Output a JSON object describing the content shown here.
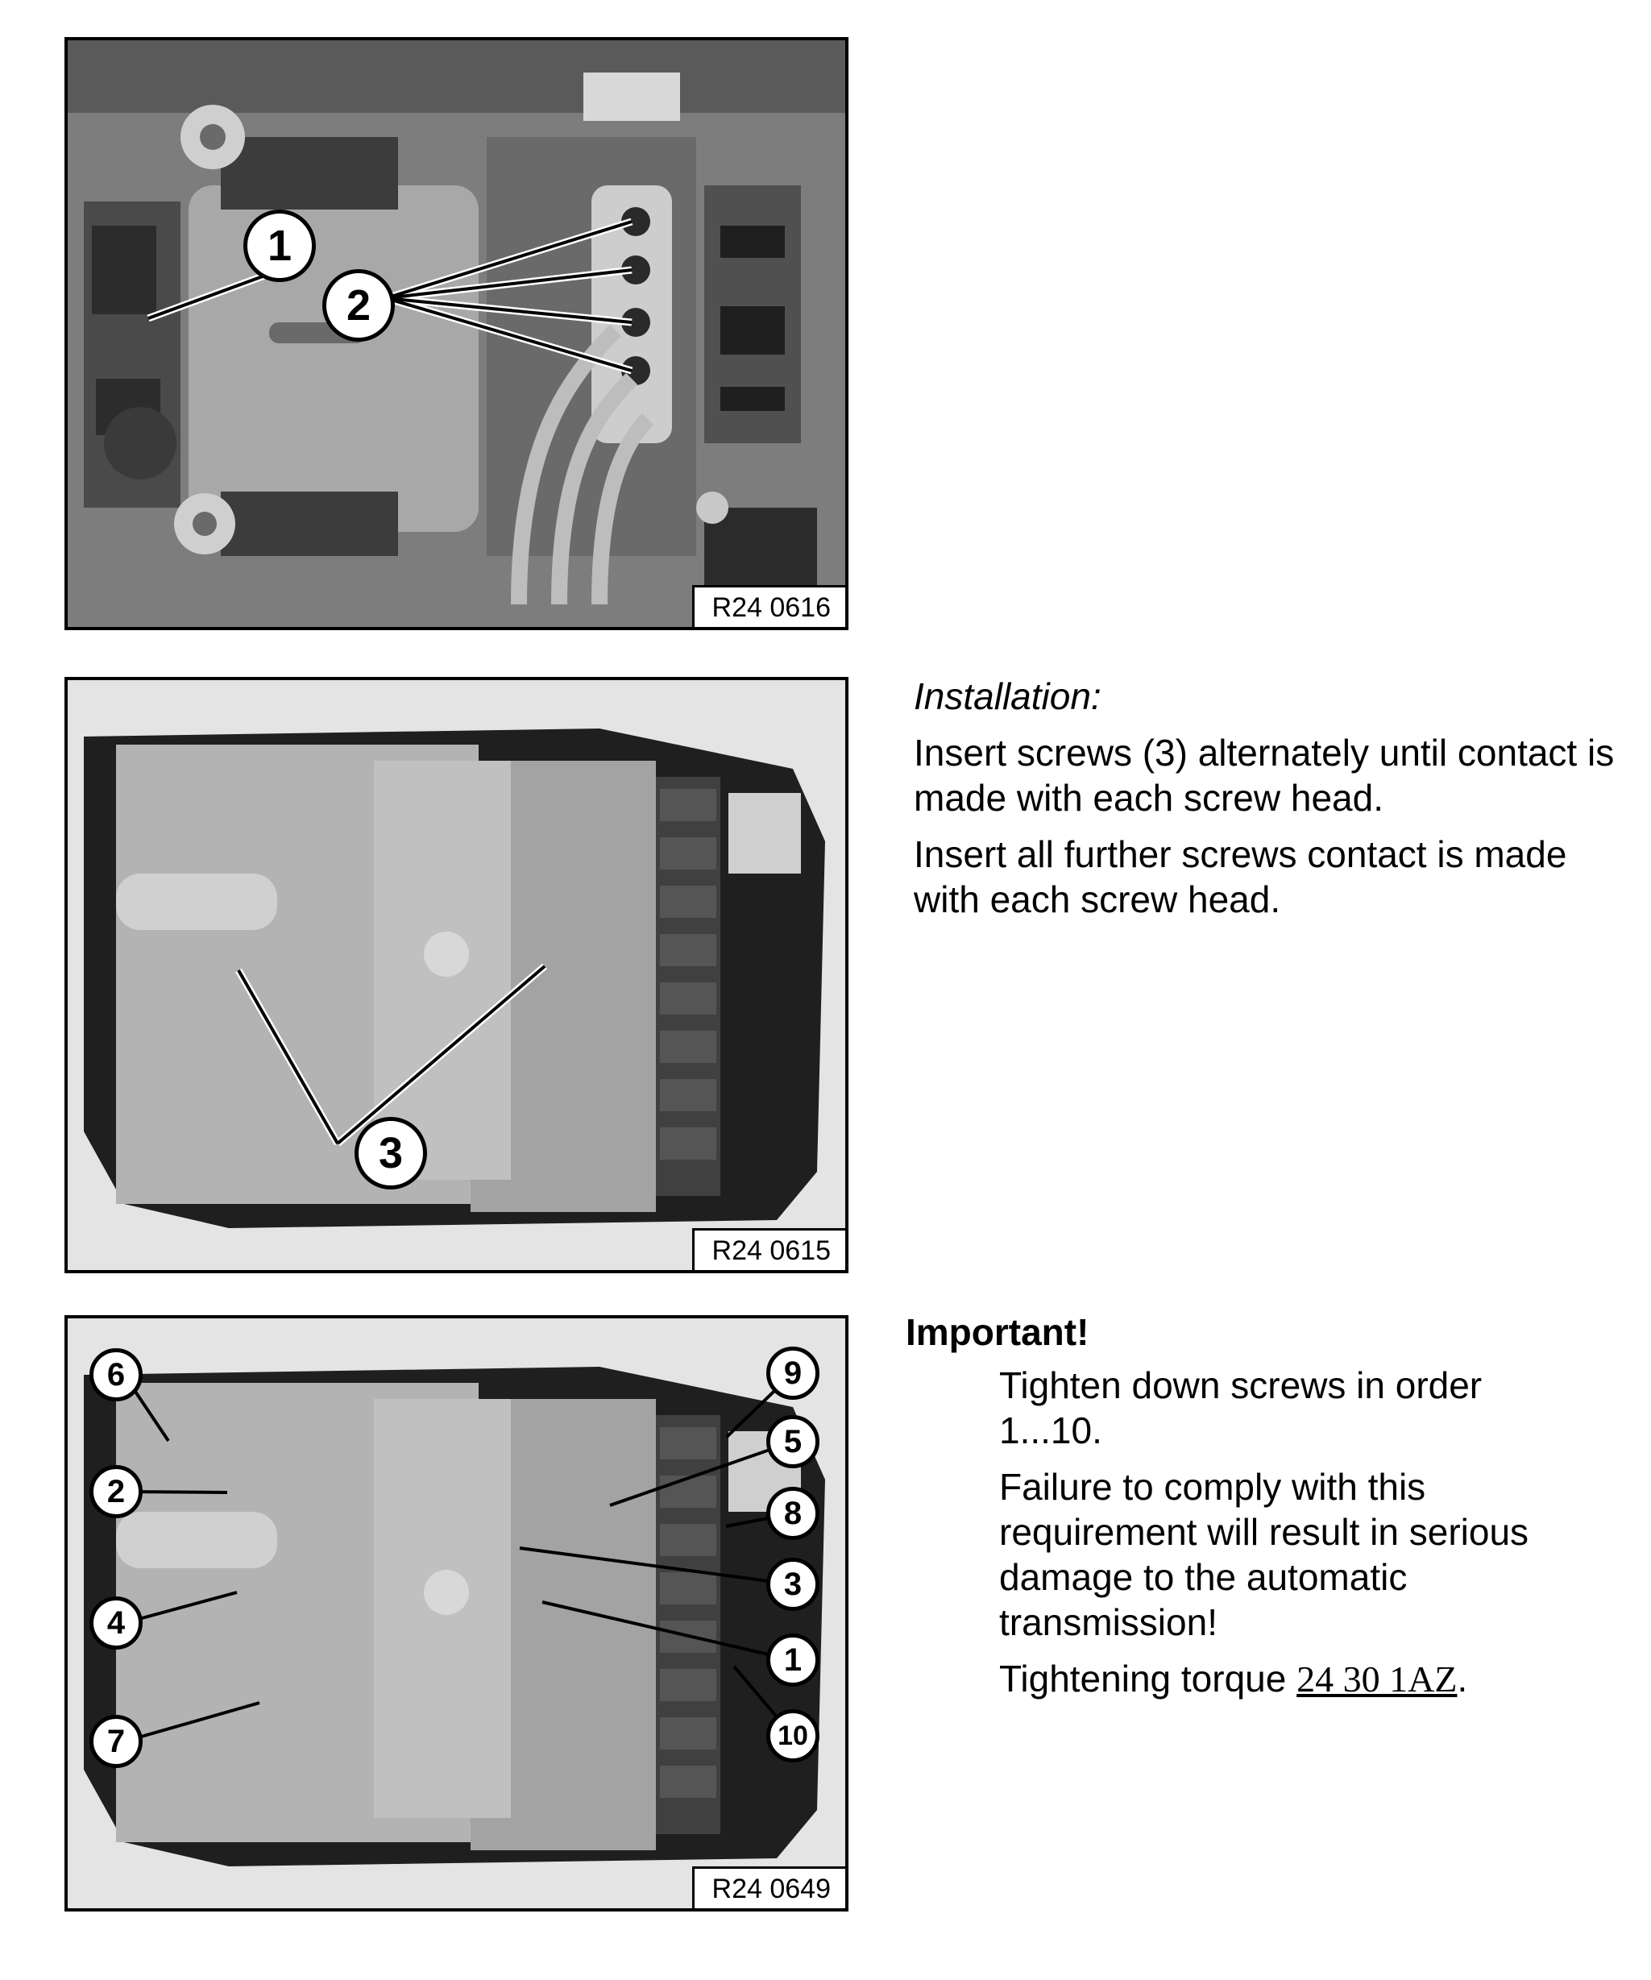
{
  "figures": [
    {
      "id": "R24 0616",
      "callouts": [
        "1",
        "2"
      ]
    },
    {
      "id": "R24 0615",
      "callouts": [
        "3"
      ]
    },
    {
      "id": "R24 0649",
      "callouts": [
        "6",
        "2",
        "4",
        "7",
        "9",
        "5",
        "8",
        "3",
        "1",
        "10"
      ]
    }
  ],
  "installation": {
    "heading": "Installation:",
    "para1": "Insert screws (3) alternately until contact is made with each screw head.",
    "para2": "Insert all further screws contact is made with each screw head."
  },
  "important": {
    "heading": "Important!",
    "para1": "Tighten down screws in order 1...10.",
    "para2": "Failure to comply with this requirement will result in serious damage to the automatic transmission!",
    "torque_prefix": "Tightening torque ",
    "torque_link": "24 30 1AZ",
    "torque_suffix": "."
  }
}
